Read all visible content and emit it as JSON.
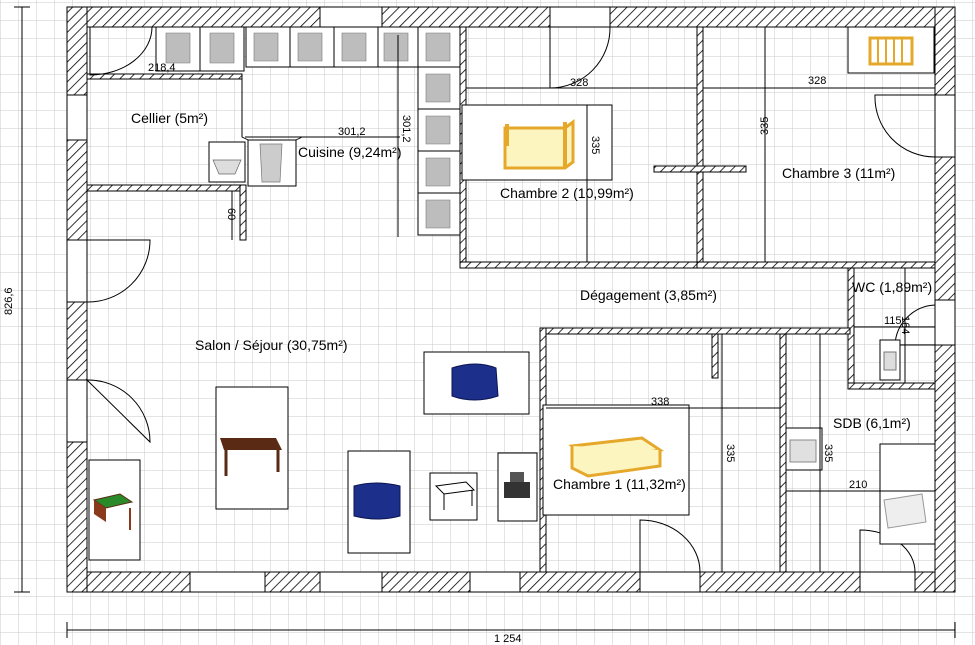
{
  "rooms": {
    "cellier": "Cellier (5m²)",
    "cuisine": "Cuisine (9,24m²)",
    "chambre2": "Chambre 2 (10,99m²)",
    "chambre3": "Chambre 3 (11m²)",
    "wc": "WC (1,89m²)",
    "degagement": "Dégagement (3,85m²)",
    "salon": "Salon / Séjour (30,75m²)",
    "chambre1": "Chambre 1 (11,32m²)",
    "sdb": "SDB (6,1m²)"
  },
  "dimensions": {
    "cellier_width": "218,4",
    "cuisine_width": "301,2",
    "cuisine_height": "301,2",
    "cellier_wall": "60",
    "chambre2_width": "328",
    "chambre2_height": "335",
    "chambre3_width": "328",
    "chambre3_height": "335",
    "wc_width": "115",
    "wc_height": "164",
    "chambre1_width": "338",
    "chambre1_height": "335",
    "sdb_height": "335",
    "sdb_width": "210",
    "total_width": "1 254",
    "total_height": "826,6"
  },
  "colors": {
    "grid": "#c8c8c8",
    "wall": "#000000",
    "bed_frame": "#e6a82a",
    "bed_sheet": "#fdf5c0",
    "sofa": "#1c2f8a",
    "table": "#5a2a14"
  }
}
